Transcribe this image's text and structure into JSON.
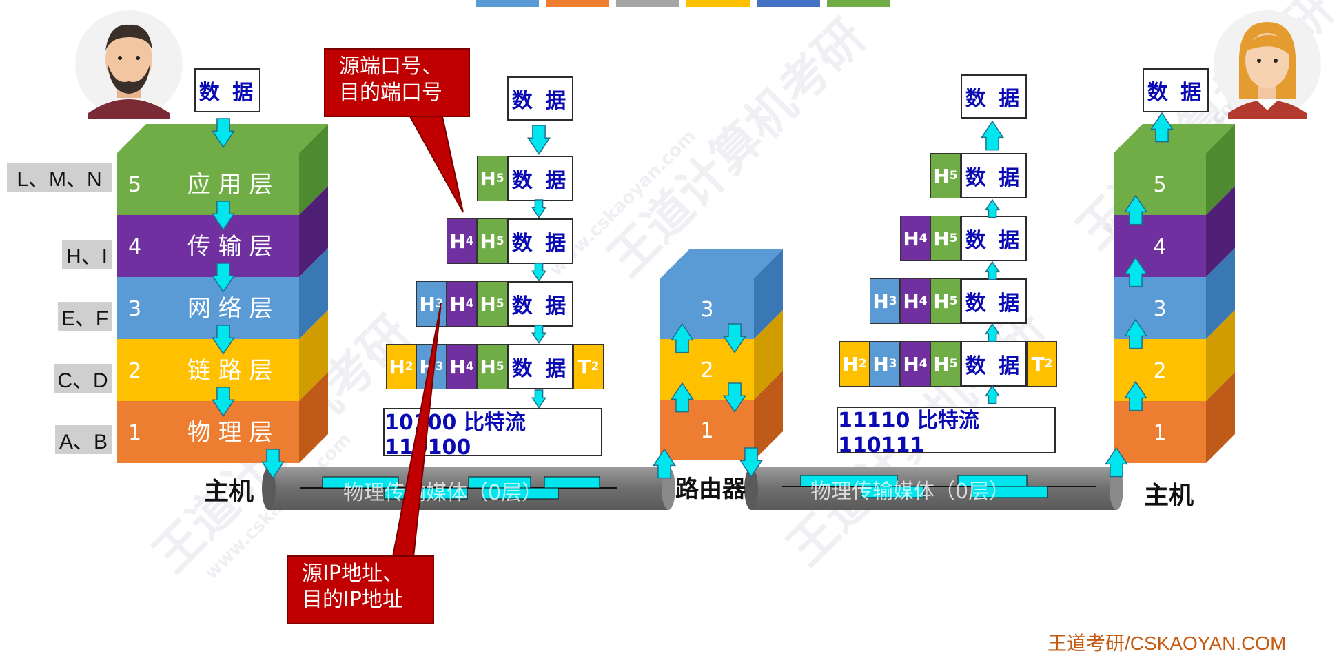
{
  "legend_colors": [
    "#5b9bd5",
    "#ed7d31",
    "#a5a5a5",
    "#ffc000",
    "#4472c4",
    "#70ad47"
  ],
  "watermark": {
    "brand": "王道计算机考研",
    "site": "www.cskaoyan.com"
  },
  "sender": {
    "data_label": "数 据",
    "node_label": "主机",
    "layers": [
      {
        "num": "5",
        "name": "应 用 层",
        "color": "#70ad47",
        "side": "#4e8a30",
        "qa": "L、M、N"
      },
      {
        "num": "4",
        "name": "传 输 层",
        "color": "#7030a0",
        "side": "#4f1f75",
        "qa": "H、I"
      },
      {
        "num": "3",
        "name": "网 络 层",
        "color": "#5b9bd5",
        "side": "#3a78b5",
        "qa": "E、F"
      },
      {
        "num": "2",
        "name": "链 路 层",
        "color": "#ffc000",
        "side": "#d09c00",
        "qa": "C、D"
      },
      {
        "num": "1",
        "name": "物 理 层",
        "color": "#ed7d31",
        "side": "#c05a18",
        "qa": "A、B"
      }
    ]
  },
  "encap": {
    "data_top": "数 据",
    "rows": [
      {
        "headers": [
          {
            "t": "H",
            "s": "5",
            "c": "#70ad47"
          }
        ],
        "data": "数 据",
        "trailer": null
      },
      {
        "headers": [
          {
            "t": "H",
            "s": "4",
            "c": "#7030a0"
          },
          {
            "t": "H",
            "s": "5",
            "c": "#70ad47"
          }
        ],
        "data": "数 据",
        "trailer": null
      },
      {
        "headers": [
          {
            "t": "H",
            "s": "3",
            "c": "#5b9bd5"
          },
          {
            "t": "H",
            "s": "4",
            "c": "#7030a0"
          },
          {
            "t": "H",
            "s": "5",
            "c": "#70ad47"
          }
        ],
        "data": "数 据",
        "trailer": null
      },
      {
        "headers": [
          {
            "t": "H",
            "s": "2",
            "c": "#ffc000"
          },
          {
            "t": "H",
            "s": "3",
            "c": "#5b9bd5"
          },
          {
            "t": "H",
            "s": "4",
            "c": "#7030a0"
          },
          {
            "t": "H",
            "s": "5",
            "c": "#70ad47"
          }
        ],
        "data": "数 据",
        "trailer": {
          "t": "T",
          "s": "2",
          "c": "#ffc000"
        }
      }
    ],
    "bitstream": "10100 比特流 110100"
  },
  "decap": {
    "data_top": "数 据",
    "rows": [
      {
        "headers": [
          {
            "t": "H",
            "s": "5",
            "c": "#70ad47"
          }
        ],
        "data": "数 据",
        "trailer": null
      },
      {
        "headers": [
          {
            "t": "H",
            "s": "4",
            "c": "#7030a0"
          },
          {
            "t": "H",
            "s": "5",
            "c": "#70ad47"
          }
        ],
        "data": "数 据",
        "trailer": null
      },
      {
        "headers": [
          {
            "t": "H",
            "s": "3",
            "c": "#5b9bd5"
          },
          {
            "t": "H",
            "s": "4",
            "c": "#7030a0"
          },
          {
            "t": "H",
            "s": "5",
            "c": "#70ad47"
          }
        ],
        "data": "数 据",
        "trailer": null
      },
      {
        "headers": [
          {
            "t": "H",
            "s": "2",
            "c": "#ffc000"
          },
          {
            "t": "H",
            "s": "3",
            "c": "#5b9bd5"
          },
          {
            "t": "H",
            "s": "4",
            "c": "#7030a0"
          },
          {
            "t": "H",
            "s": "5",
            "c": "#70ad47"
          }
        ],
        "data": "数 据",
        "trailer": {
          "t": "T",
          "s": "2",
          "c": "#ffc000"
        }
      }
    ],
    "bitstream": "11110 比特流 110111"
  },
  "router": {
    "label": "路由器",
    "layers": [
      {
        "num": "3",
        "color": "#5b9bd5",
        "side": "#3a78b5"
      },
      {
        "num": "2",
        "color": "#ffc000",
        "side": "#d09c00"
      },
      {
        "num": "1",
        "color": "#ed7d31",
        "side": "#c05a18"
      }
    ]
  },
  "receiver": {
    "data_label": "数 据",
    "node_label": "主机",
    "layers": [
      {
        "num": "5",
        "color": "#70ad47",
        "side": "#4e8a30"
      },
      {
        "num": "4",
        "color": "#7030a0",
        "side": "#4f1f75"
      },
      {
        "num": "3",
        "color": "#5b9bd5",
        "side": "#3a78b5"
      },
      {
        "num": "2",
        "color": "#ffc000",
        "side": "#d09c00"
      },
      {
        "num": "1",
        "color": "#ed7d31",
        "side": "#c05a18"
      }
    ]
  },
  "media": {
    "left": "物理传输媒体（0层）",
    "right": "物理传输媒体（0层）"
  },
  "callouts": {
    "port": [
      "源端口号、",
      "目的端口号"
    ],
    "ip": [
      "源IP地址、",
      "目的IP地址"
    ]
  },
  "footer": "王道考研/CSKAOYAN.COM"
}
